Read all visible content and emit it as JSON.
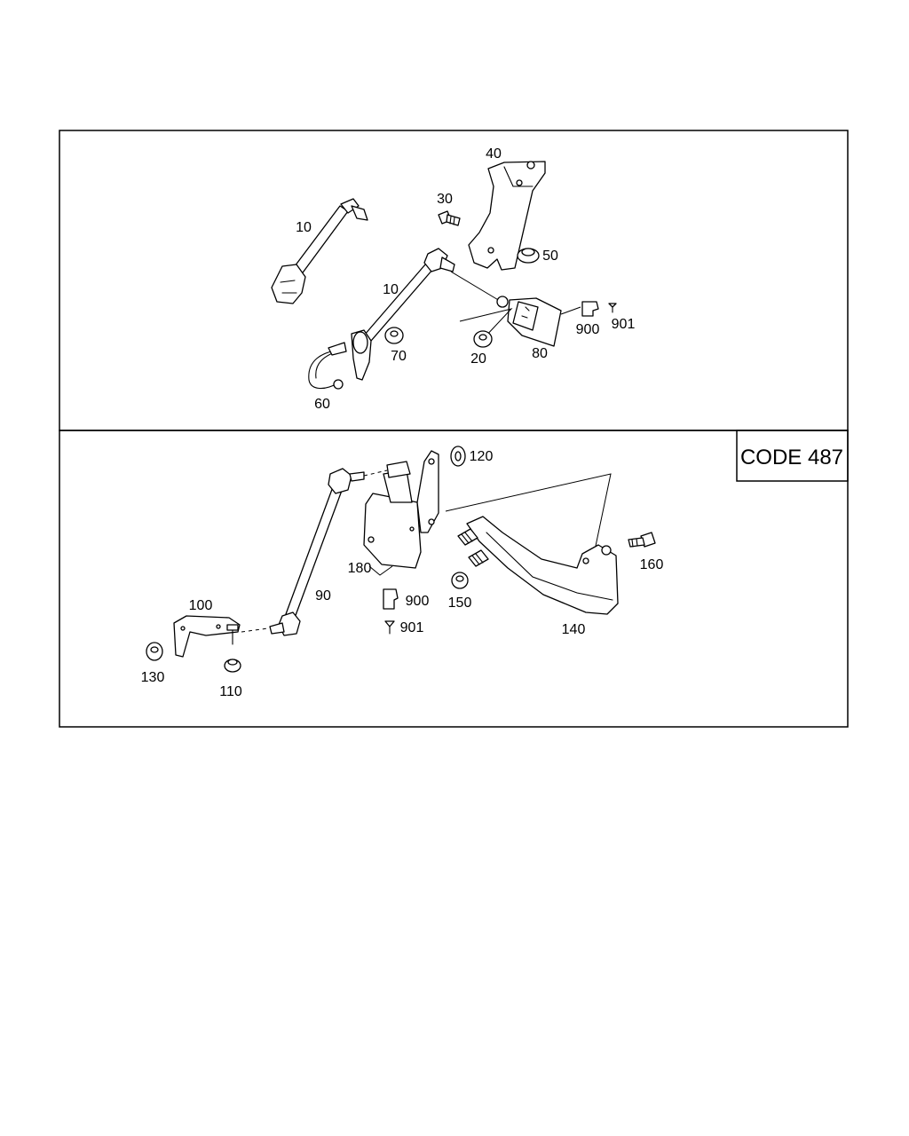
{
  "code_box": {
    "label": "CODE 487"
  },
  "top_panel": {
    "callouts": {
      "p10a": "10",
      "p10b": "10",
      "p20": "20",
      "p30": "30",
      "p40": "40",
      "p50": "50",
      "p60": "60",
      "p70": "70",
      "p80": "80",
      "p900": "900",
      "p901": "901"
    }
  },
  "bottom_panel": {
    "callouts": {
      "p90": "90",
      "p100": "100",
      "p110": "110",
      "p120": "120",
      "p130": "130",
      "p140": "140",
      "p150": "150",
      "p160": "160",
      "p180": "180",
      "p900": "900",
      "p901": "901"
    }
  }
}
